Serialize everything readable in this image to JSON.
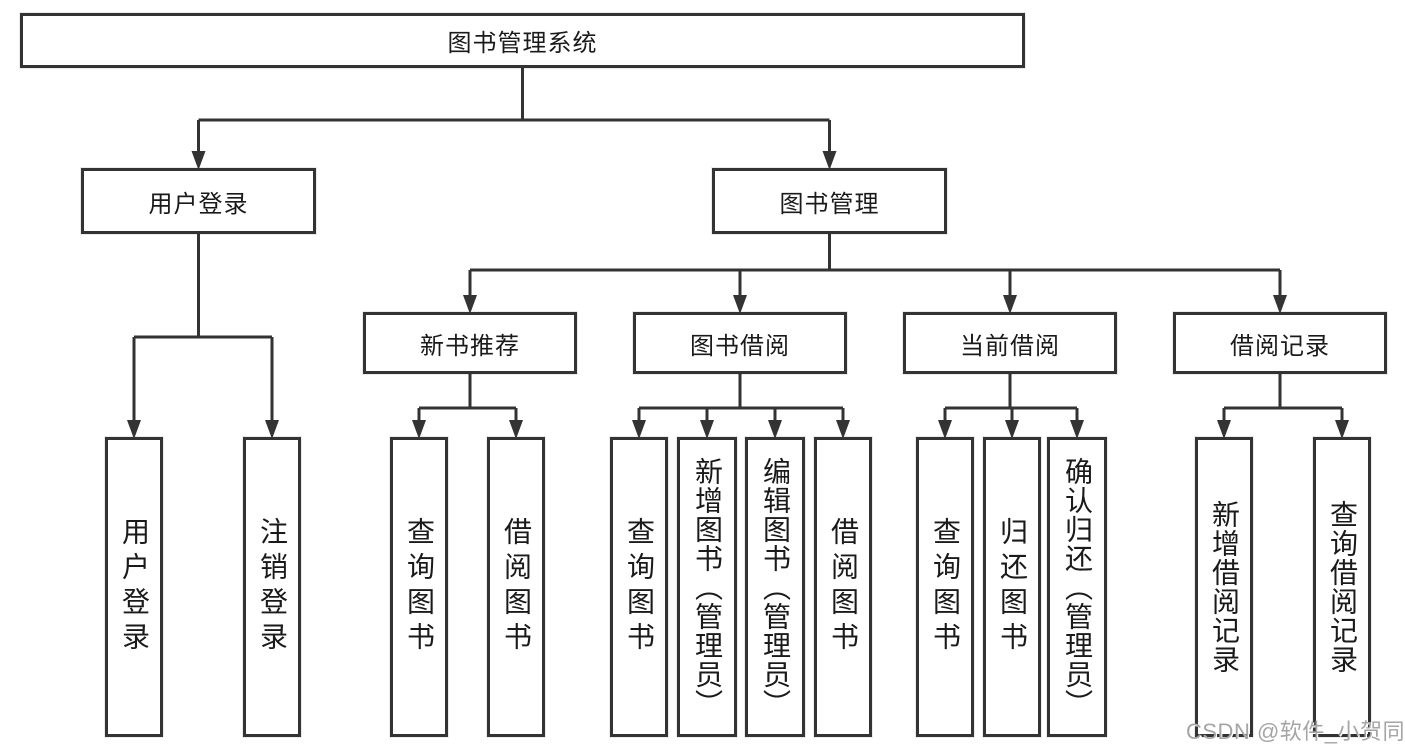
{
  "diagram": {
    "root": {
      "label": "图书管理系统"
    },
    "children": [
      {
        "label": "用户登录",
        "children": [
          {
            "label": "用户登录"
          },
          {
            "label": "注销登录"
          }
        ]
      },
      {
        "label": "图书管理",
        "children": [
          {
            "label": "新书推荐",
            "children": [
              {
                "label": "查询图书"
              },
              {
                "label": "借阅图书"
              }
            ]
          },
          {
            "label": "图书借阅",
            "children": [
              {
                "label": "查询图书"
              },
              {
                "label": "新增图书（管理员）"
              },
              {
                "label": "编辑图书（管理员）"
              },
              {
                "label": "借阅图书"
              }
            ]
          },
          {
            "label": "当前借阅",
            "children": [
              {
                "label": "查询图书"
              },
              {
                "label": "归还图书"
              },
              {
                "label": "确认归还（管理员）"
              }
            ]
          },
          {
            "label": "借阅记录",
            "children": [
              {
                "label": "新增借阅记录"
              },
              {
                "label": "查询借阅记录"
              }
            ]
          }
        ]
      }
    ]
  },
  "watermark": {
    "text": "CSDN @软件_小贺同学"
  },
  "colors": {
    "line": "#333333",
    "box_border": "#333333",
    "box_fill": "#ffffff",
    "text": "#1a1a1a",
    "watermark": "#a5a5a5",
    "background": "#ffffff"
  }
}
